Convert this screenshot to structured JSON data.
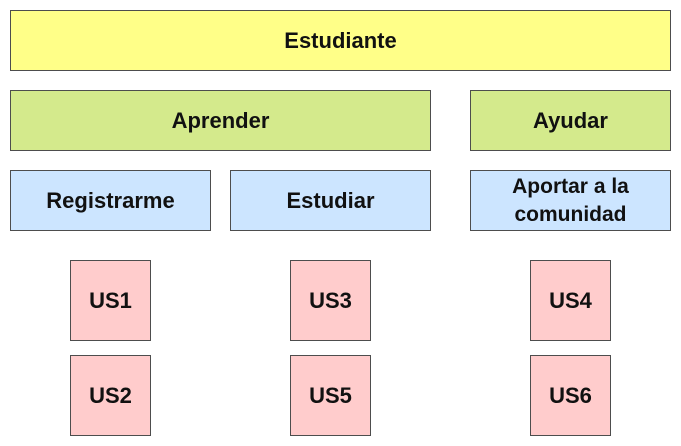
{
  "persona": {
    "label": "Estudiante",
    "color": "#ffff88"
  },
  "epics": [
    {
      "label": "Aprender",
      "color": "#d4ea8c"
    },
    {
      "label": "Ayudar",
      "color": "#d4ea8c"
    }
  ],
  "features": [
    {
      "label": "Registrarme",
      "color": "#cce5ff"
    },
    {
      "label": "Estudiar",
      "color": "#cce5ff"
    },
    {
      "label": "Aportar a la comunidad",
      "color": "#cce5ff"
    }
  ],
  "stories": {
    "us1": {
      "label": "US1",
      "color": "#ffcccc"
    },
    "us2": {
      "label": "US2",
      "color": "#ffcccc"
    },
    "us3": {
      "label": "US3",
      "color": "#ffcccc"
    },
    "us4": {
      "label": "US4",
      "color": "#ffcccc"
    },
    "us5": {
      "label": "US5",
      "color": "#ffcccc"
    },
    "us6": {
      "label": "US6",
      "color": "#ffcccc"
    }
  }
}
